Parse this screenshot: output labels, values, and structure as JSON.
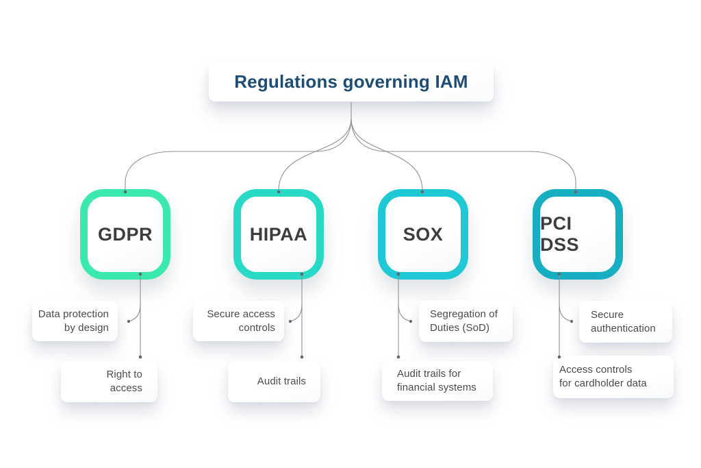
{
  "title": {
    "text": "Regulations governing IAM"
  },
  "colors": {
    "bg": "#ffffff",
    "title": "#1e4c72",
    "node-label": "#3d3d3d",
    "text": "#4a4a4a",
    "line": "#8d9095",
    "dot": "#63666b"
  },
  "branches": [
    {
      "label": "GDPR",
      "accent": "#3ce9ad",
      "children": [
        {
          "text": "Data protection\nby design"
        },
        {
          "text": "Right to\naccess"
        }
      ]
    },
    {
      "label": "HIPAA",
      "accent": "#28dac6",
      "children": [
        {
          "text": "Secure access\ncontrols"
        },
        {
          "text": "Audit trails"
        }
      ]
    },
    {
      "label": "SOX",
      "accent": "#1ec8d5",
      "children": [
        {
          "text": "Segregation of\nDuties (SoD)"
        },
        {
          "text": "Audit trails for\nfinancial systems"
        }
      ]
    },
    {
      "label": "PCI DSS",
      "accent": "#16aec0",
      "children": [
        {
          "text": "Secure\nauthentication"
        },
        {
          "text": "Access controls\nfor cardholder data"
        }
      ]
    }
  ]
}
